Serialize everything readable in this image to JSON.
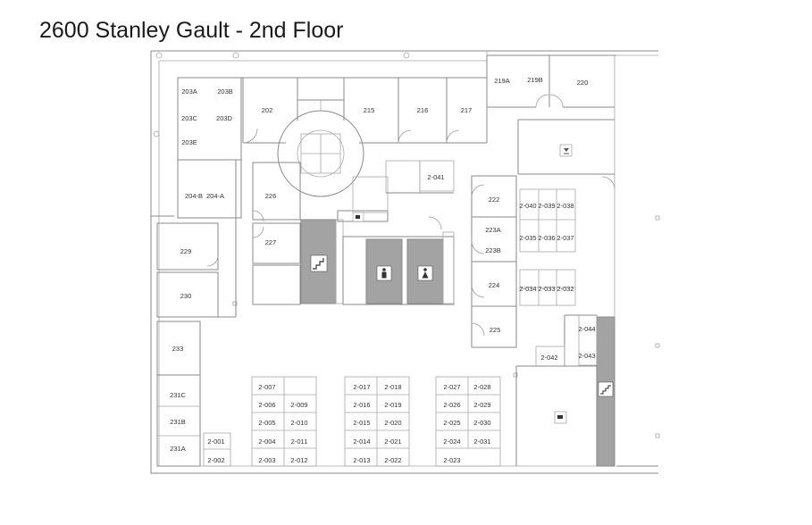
{
  "title": "2600 Stanley Gault - 2nd Floor",
  "rooms": [
    {
      "id": "203A",
      "label": "203A"
    },
    {
      "id": "203B",
      "label": "203B"
    },
    {
      "id": "203C",
      "label": "203C"
    },
    {
      "id": "203D",
      "label": "203D"
    },
    {
      "id": "203E",
      "label": "203E"
    },
    {
      "id": "202",
      "label": "202"
    },
    {
      "id": "215",
      "label": "215"
    },
    {
      "id": "216",
      "label": "216"
    },
    {
      "id": "217",
      "label": "217"
    },
    {
      "id": "219A",
      "label": "219A"
    },
    {
      "id": "219B",
      "label": "219B"
    },
    {
      "id": "220",
      "label": "220"
    },
    {
      "id": "204-B",
      "label": "204-B"
    },
    {
      "id": "204-A",
      "label": "204-A"
    },
    {
      "id": "226",
      "label": "226"
    },
    {
      "id": "2-041",
      "label": "2-041"
    },
    {
      "id": "222",
      "label": "222"
    },
    {
      "id": "223A",
      "label": "223A"
    },
    {
      "id": "223B",
      "label": "223B"
    },
    {
      "id": "224",
      "label": "224"
    },
    {
      "id": "225",
      "label": "225"
    },
    {
      "id": "229",
      "label": "229"
    },
    {
      "id": "227",
      "label": "227"
    },
    {
      "id": "230",
      "label": "230"
    },
    {
      "id": "233",
      "label": "233"
    },
    {
      "id": "231C",
      "label": "231C"
    },
    {
      "id": "231B",
      "label": "231B"
    },
    {
      "id": "231A",
      "label": "231A"
    },
    {
      "id": "2-040",
      "label": "2-040"
    },
    {
      "id": "2-039",
      "label": "2-039"
    },
    {
      "id": "2-038",
      "label": "2-038"
    },
    {
      "id": "2-035",
      "label": "2-035"
    },
    {
      "id": "2-036",
      "label": "2-036"
    },
    {
      "id": "2-037",
      "label": "2-037"
    },
    {
      "id": "2-034",
      "label": "2-034"
    },
    {
      "id": "2-033",
      "label": "2-033"
    },
    {
      "id": "2-032",
      "label": "2-032"
    },
    {
      "id": "2-044",
      "label": "2-044"
    },
    {
      "id": "2-042",
      "label": "2-042"
    },
    {
      "id": "2-043",
      "label": "2-043"
    },
    {
      "id": "2-007",
      "label": "2-007"
    },
    {
      "id": "2-006",
      "label": "2-006"
    },
    {
      "id": "2-009",
      "label": "2-009"
    },
    {
      "id": "2-005",
      "label": "2-005"
    },
    {
      "id": "2-010",
      "label": "2-010"
    },
    {
      "id": "2-004",
      "label": "2-004"
    },
    {
      "id": "2-011",
      "label": "2-011"
    },
    {
      "id": "2-003",
      "label": "2-003"
    },
    {
      "id": "2-012",
      "label": "2-012"
    },
    {
      "id": "2-001",
      "label": "2-001"
    },
    {
      "id": "2-002",
      "label": "2-002"
    },
    {
      "id": "2-017",
      "label": "2-017"
    },
    {
      "id": "2-018",
      "label": "2-018"
    },
    {
      "id": "2-016",
      "label": "2-016"
    },
    {
      "id": "2-019",
      "label": "2-019"
    },
    {
      "id": "2-015",
      "label": "2-015"
    },
    {
      "id": "2-020",
      "label": "2-020"
    },
    {
      "id": "2-014",
      "label": "2-014"
    },
    {
      "id": "2-021",
      "label": "2-021"
    },
    {
      "id": "2-013",
      "label": "2-013"
    },
    {
      "id": "2-022",
      "label": "2-022"
    },
    {
      "id": "2-027",
      "label": "2-027"
    },
    {
      "id": "2-028",
      "label": "2-028"
    },
    {
      "id": "2-026",
      "label": "2-026"
    },
    {
      "id": "2-029",
      "label": "2-029"
    },
    {
      "id": "2-025",
      "label": "2-025"
    },
    {
      "id": "2-030",
      "label": "2-030"
    },
    {
      "id": "2-024",
      "label": "2-024"
    },
    {
      "id": "2-031",
      "label": "2-031"
    },
    {
      "id": "2-023",
      "label": "2-023"
    }
  ],
  "icons": {
    "stairs": "stairs-icon",
    "restroom_men": "restroom-icon",
    "restroom_women": "restroom-icon",
    "kitchen": "coffee-icon",
    "elevator": "elevator-icon"
  },
  "colors": {
    "core": "#a3a3a3",
    "wall": "#8a8a8a",
    "text": "#333333"
  }
}
